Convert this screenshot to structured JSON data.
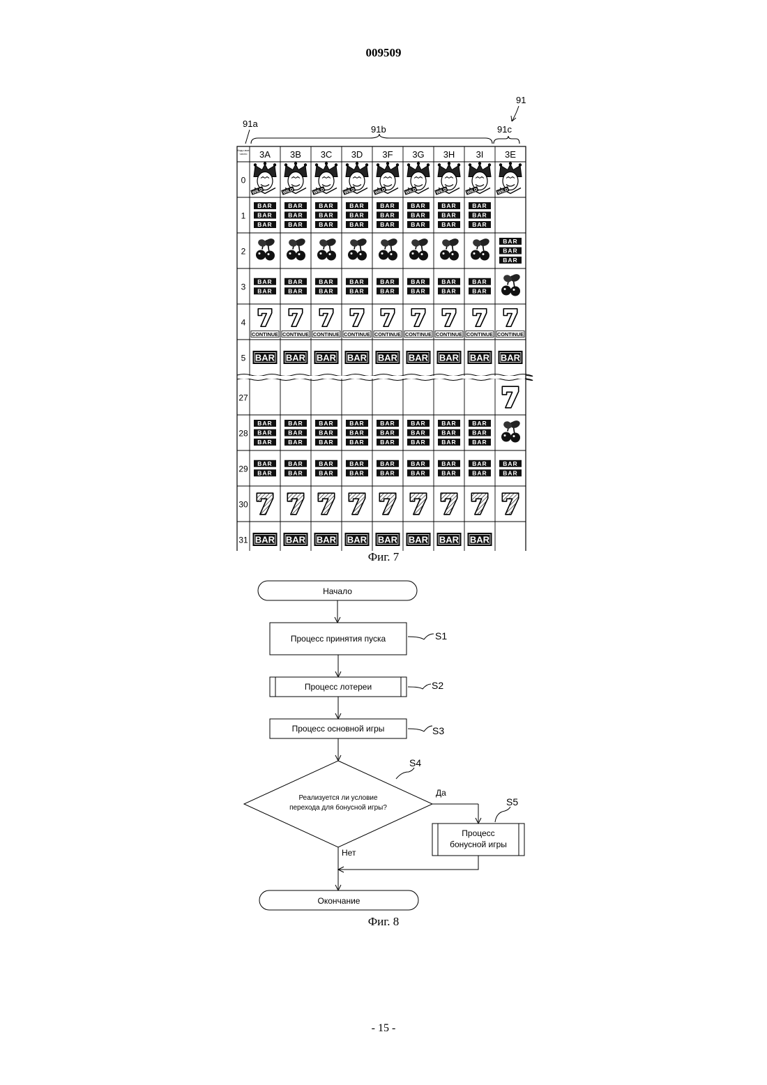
{
  "header": {
    "patent_number": "009509"
  },
  "fig7": {
    "caption": "Фиг. 7",
    "ref_main": "91",
    "ref_a": "91a",
    "ref_b": "91b",
    "ref_c": "91c",
    "corner_label": "Кодо-вое число",
    "columns": [
      "3A",
      "3B",
      "3C",
      "3D",
      "3F",
      "3G",
      "3H",
      "3I",
      "3E"
    ],
    "rows": [
      {
        "num": "0",
        "symbols": [
          "joker",
          "joker",
          "joker",
          "joker",
          "joker",
          "joker",
          "joker",
          "joker",
          "joker"
        ]
      },
      {
        "num": "1",
        "symbols": [
          "bar3",
          "bar3",
          "bar3",
          "bar3",
          "bar3",
          "bar3",
          "bar3",
          "bar3",
          "blank"
        ]
      },
      {
        "num": "2",
        "symbols": [
          "cherry",
          "cherry",
          "cherry",
          "cherry",
          "cherry",
          "cherry",
          "cherry",
          "cherry",
          "bar3"
        ]
      },
      {
        "num": "3",
        "symbols": [
          "bar2",
          "bar2",
          "bar2",
          "bar2",
          "bar2",
          "bar2",
          "bar2",
          "bar2",
          "cherry"
        ]
      },
      {
        "num": "4",
        "symbols": [
          "seven-continue",
          "seven-continue",
          "seven-continue",
          "seven-continue",
          "seven-continue",
          "seven-continue",
          "seven-continue",
          "seven-continue",
          "seven-continue"
        ]
      },
      {
        "num": "5",
        "symbols": [
          "bar1",
          "bar1",
          "bar1",
          "bar1",
          "bar1",
          "bar1",
          "bar1",
          "bar1",
          "bar1"
        ]
      },
      {
        "num": "27",
        "symbols": [
          "blank",
          "blank",
          "blank",
          "blank",
          "blank",
          "blank",
          "blank",
          "blank",
          "seven-white"
        ]
      },
      {
        "num": "28",
        "symbols": [
          "bar3",
          "bar3",
          "bar3",
          "bar3",
          "bar3",
          "bar3",
          "bar3",
          "bar3",
          "cherry"
        ]
      },
      {
        "num": "29",
        "symbols": [
          "bar2",
          "bar2",
          "bar2",
          "bar2",
          "bar2",
          "bar2",
          "bar2",
          "bar2",
          "bar2"
        ]
      },
      {
        "num": "30",
        "symbols": [
          "seven-hatched",
          "seven-hatched",
          "seven-hatched",
          "seven-hatched",
          "seven-hatched",
          "seven-hatched",
          "seven-hatched",
          "seven-hatched",
          "seven-hatched"
        ]
      },
      {
        "num": "31",
        "symbols": [
          "bar1",
          "bar1",
          "bar1",
          "bar1",
          "bar1",
          "bar1",
          "bar1",
          "bar1",
          "blank"
        ]
      }
    ],
    "symbol_text": {
      "bar": "BAR",
      "continue": "CONTINUE",
      "wild": "WILD",
      "seven": "7"
    }
  },
  "fig8": {
    "caption": "Фиг. 8",
    "start": "Начало",
    "end": "Окончание",
    "s1_label": "Процесс принятия пуска",
    "s2_label": "Процесс лотереи",
    "s3_label": "Процесс основной игры",
    "s4_line1": "Реализуется ли условие",
    "s4_line2": "перехода для бонусной игры?",
    "s5_line1": "Процесс",
    "s5_line2": "бонусной игры",
    "ref_s1": "S1",
    "ref_s2": "S2",
    "ref_s3": "S3",
    "ref_s4": "S4",
    "ref_s5": "S5",
    "yes": "Да",
    "no": "Нет"
  },
  "footer": {
    "page_number": "- 15 -"
  }
}
